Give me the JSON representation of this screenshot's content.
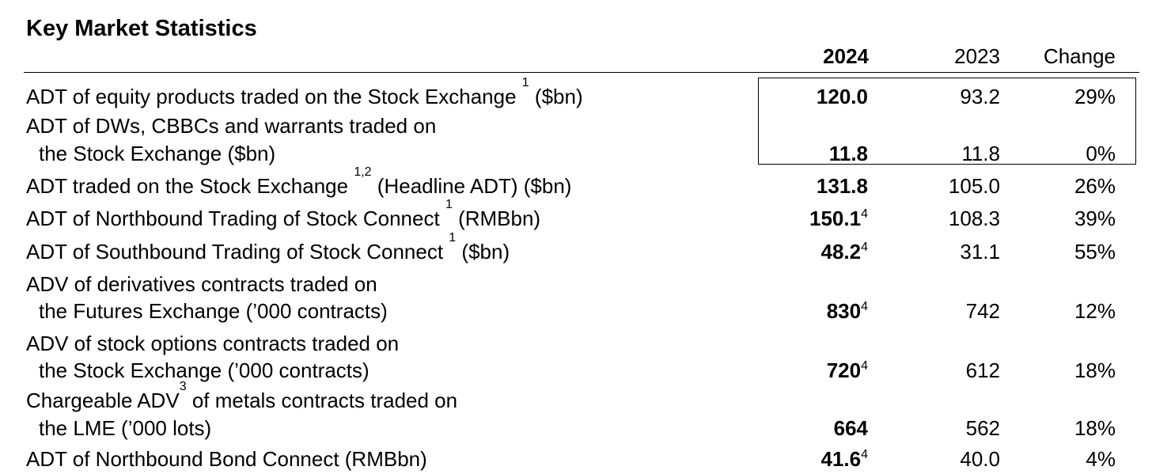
{
  "title": "Key Market Statistics",
  "headers": {
    "y2024": "2024",
    "y2023": "2023",
    "change": "Change"
  },
  "rows": [
    {
      "l1a": "ADT of equity products traded on the Stock Exchange ",
      "s1": "1",
      "l1b": " ($bn)",
      "v24": "120.0",
      "v23": "93.2",
      "chg": "29%"
    },
    {
      "l1a": "ADT of DWs, CBBCs and warrants traded on",
      "l2": "the Stock Exchange ($bn)",
      "v24": "11.8",
      "v23": "11.8",
      "chg": "0%"
    },
    {
      "l1a": "ADT traded on the Stock Exchange ",
      "s1": "1,2",
      "l1b": " (Headline ADT) ($bn)",
      "v24": "131.8",
      "v23": "105.0",
      "chg": "26%"
    },
    {
      "l1a": "ADT of Northbound Trading of Stock Connect ",
      "s1": "1",
      "l1b": " (RMBbn)",
      "v24": "150.1",
      "fn": "4",
      "v23": "108.3",
      "chg": "39%"
    },
    {
      "l1a": "ADT of Southbound Trading of Stock Connect ",
      "s1": "1",
      "l1b": " ($bn)",
      "v24": "48.2",
      "fn": "4",
      "v23": "31.1",
      "chg": "55%"
    },
    {
      "l1a": "ADV of derivatives contracts traded on",
      "l2": "the Futures Exchange (’000 contracts)",
      "v24": "830",
      "fn": "4",
      "v23": "742",
      "chg": "12%"
    },
    {
      "l1a": "ADV of stock options contracts traded on",
      "l2": "the Stock Exchange (’000 contracts)",
      "v24": "720",
      "fn": "4",
      "v23": "612",
      "chg": "18%"
    },
    {
      "l1a": "Chargeable ADV",
      "s1": "3",
      "l1b": " of metals contracts traded on",
      "l2": "the LME (’000 lots)",
      "v24": "664",
      "v23": "562",
      "chg": "18%"
    },
    {
      "l1a": "ADT of Northbound Bond Connect (RMBbn)",
      "v24": "41.6",
      "fn": "4",
      "v23": "40.0",
      "chg": "4%"
    }
  ]
}
